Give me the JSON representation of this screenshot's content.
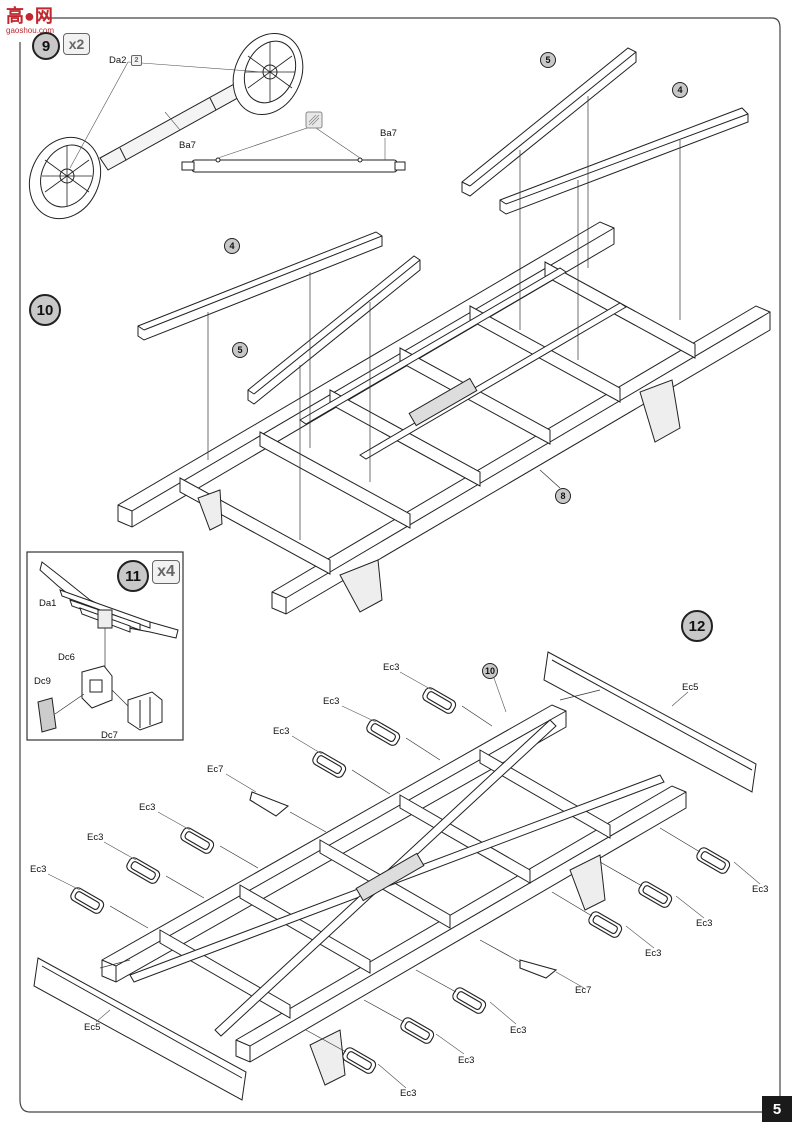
{
  "watermark": {
    "brand": "高●网",
    "url": "gaoshou.com"
  },
  "steps": {
    "s9": {
      "number": "9",
      "multiplier": "x2"
    },
    "s10": {
      "number": "10"
    },
    "s11": {
      "number": "11",
      "multiplier": "x4"
    },
    "s12": {
      "number": "12"
    }
  },
  "labels": {
    "da2": "Da2",
    "da2_qty": "2",
    "ba7_a": "Ba7",
    "ba7_b": "Ba7",
    "da1": "Da1",
    "dc6": "Dc6",
    "dc9": "Dc9",
    "dc7": "Dc7",
    "ec5_top": "Ec5",
    "ec5_bottom": "Ec5",
    "ec7_left": "Ec7",
    "ec7_right": "Ec7",
    "ec3": "Ec3"
  },
  "part_refs": {
    "p5_top": "5",
    "p4_top": "4",
    "p4_left": "4",
    "p5_left": "5",
    "p8": "8",
    "p10": "10"
  },
  "page_number": "5"
}
